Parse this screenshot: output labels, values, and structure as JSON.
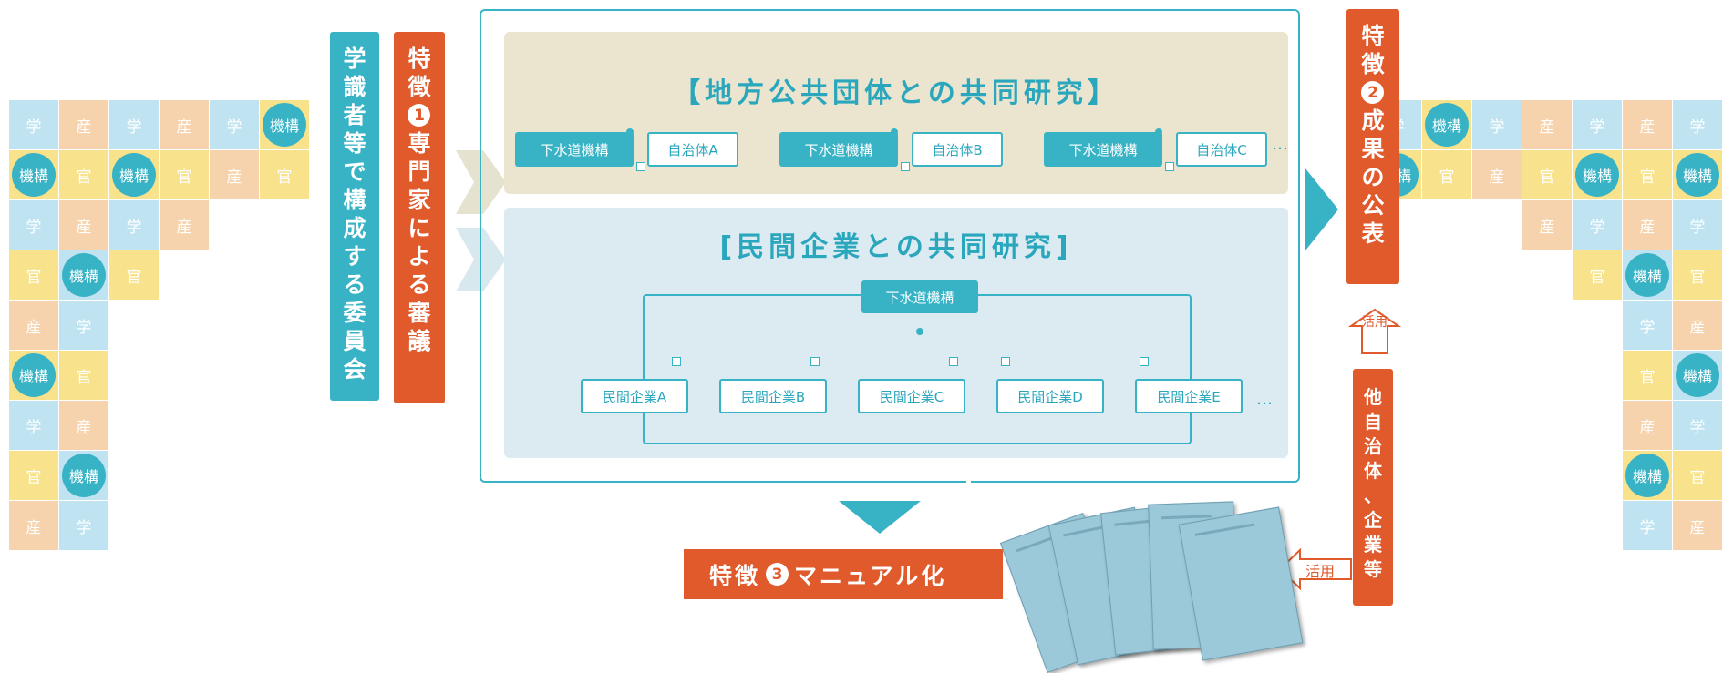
{
  "left_grid": [
    [
      "学",
      "産",
      "学",
      "産",
      "学",
      "機構"
    ],
    [
      "機構",
      "官",
      "機構",
      "官",
      "産",
      "官"
    ],
    [
      "学",
      "産",
      "学",
      "産"
    ],
    [
      "官",
      "機構",
      "官"
    ],
    [
      "産",
      "学"
    ],
    [
      "機構",
      "官"
    ],
    [
      "学",
      "産"
    ],
    [
      "官",
      "機構"
    ],
    [
      "産",
      "学"
    ]
  ],
  "right_grid": [
    [
      "学",
      "機構",
      "学",
      "産",
      "学",
      "産",
      "学"
    ],
    [
      "機構",
      "官",
      "産",
      "官",
      "機構",
      "官",
      "機構"
    ],
    [
      "産",
      "学",
      "産",
      "学"
    ],
    [
      "官",
      "機構",
      "官"
    ],
    [
      "学",
      "産"
    ],
    [
      "官",
      "機構"
    ],
    [
      "産",
      "学"
    ],
    [
      "機構",
      "官"
    ],
    [
      "学",
      "産"
    ]
  ],
  "committee_label": "学識者等で構成する委員会",
  "feature1": {
    "prefix": "特徴",
    "number": "1",
    "text": "専門家による審議"
  },
  "feature2": {
    "prefix": "特徴",
    "number": "2",
    "text": "成果の公表"
  },
  "feature3": {
    "prefix": "特徴",
    "number": "3",
    "text": "マニュアル化"
  },
  "local_gov_section": {
    "title": "【地方公共団体との共同研究】",
    "pairs": [
      {
        "org": "下水道機構",
        "partner": "自治体A"
      },
      {
        "org": "下水道機構",
        "partner": "自治体B"
      },
      {
        "org": "下水道機構",
        "partner": "自治体C"
      }
    ],
    "ellipsis": "…"
  },
  "private_section": {
    "title": "[民間企業との共同研究]",
    "hub": "下水道機構",
    "companies": [
      "民間企業A",
      "民間企業B",
      "民間企業C",
      "民間企業D",
      "民間企業E"
    ],
    "ellipsis": "…"
  },
  "usage_label": "活用",
  "other_users_label": "他自治体、企業等",
  "colors": {
    "teal": "#38b3c6",
    "orange": "#e05a2b",
    "beige": "#ebe5d0",
    "lightblue": "#dbebf1"
  }
}
